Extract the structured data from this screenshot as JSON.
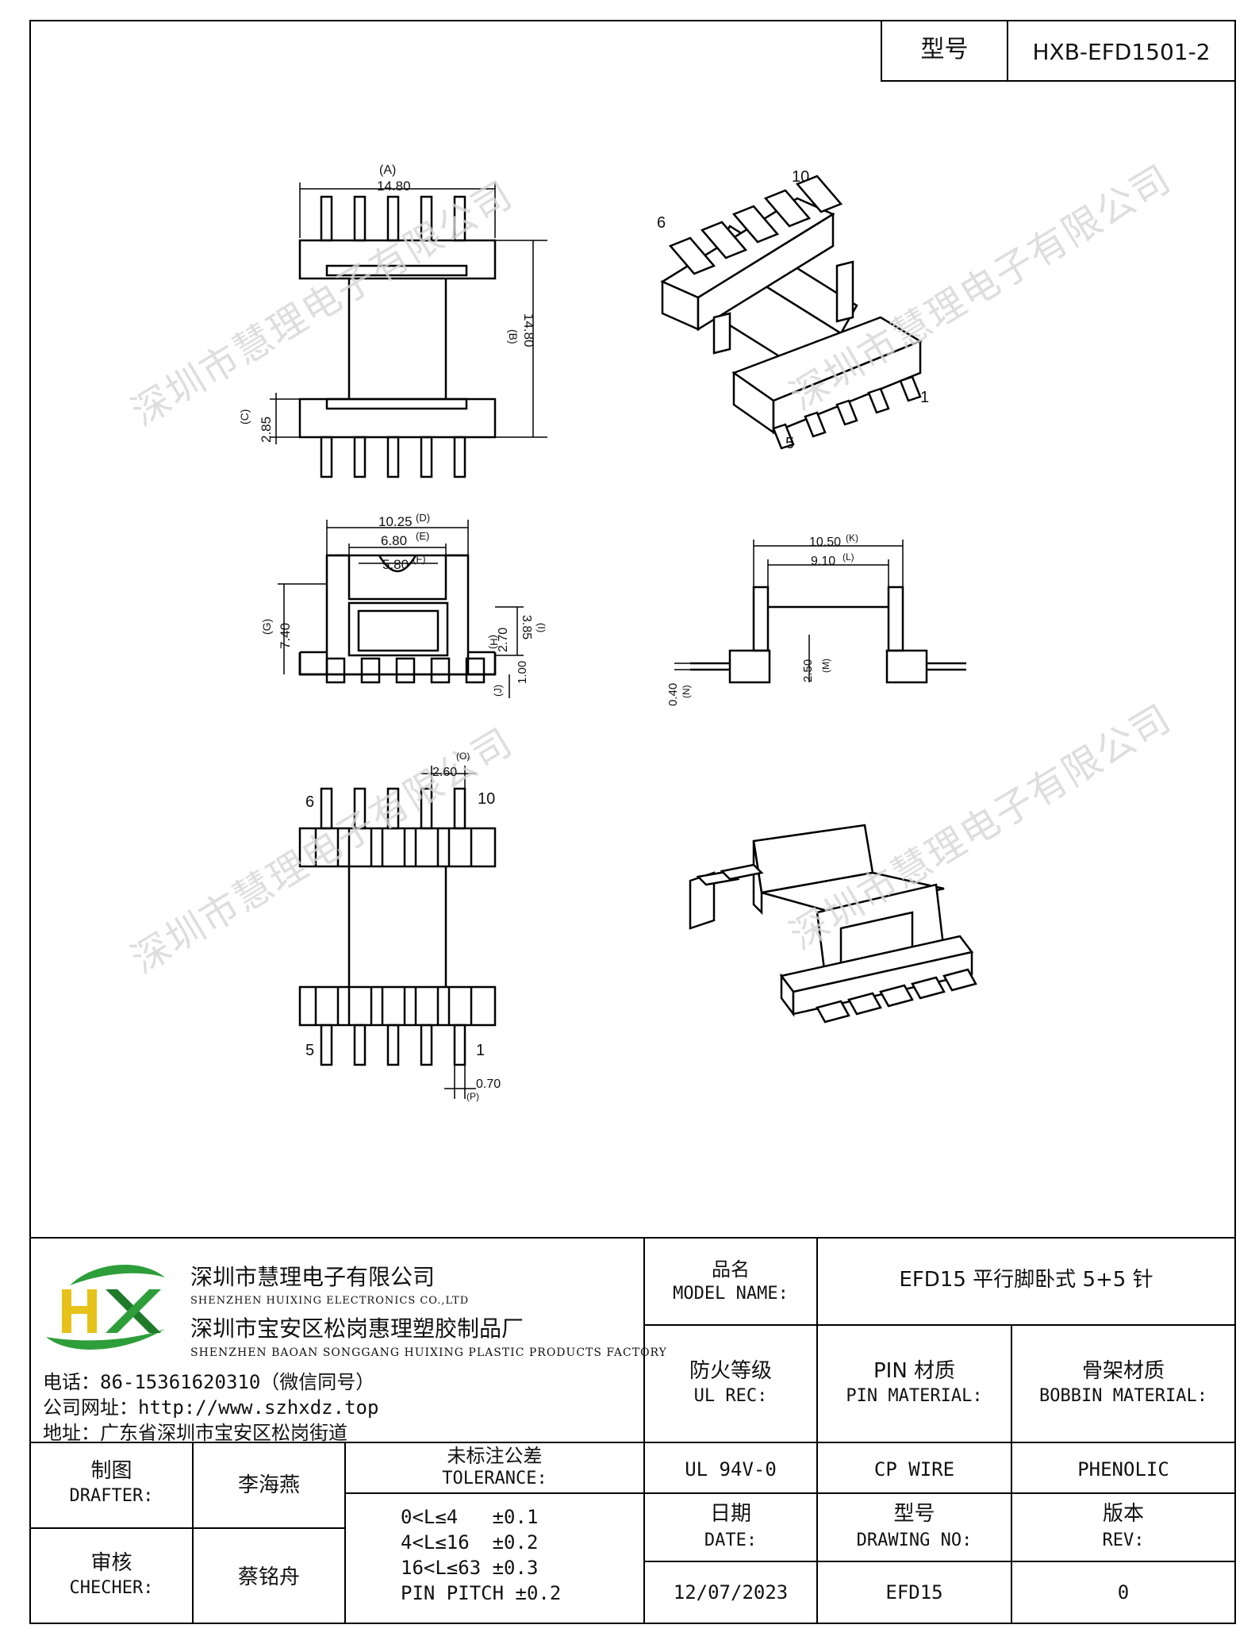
{
  "header": {
    "model_label": "型号",
    "model_value": "HXB-EFD1501-2"
  },
  "watermark": "深圳市慧理电子有限公司",
  "dimensions": {
    "top_width": "14.80",
    "top_width_tag": "(A)",
    "top_height": "14.80",
    "top_height_tag": "(B)",
    "pin_len": "2.85",
    "pin_len_tag": "(C)",
    "side_w1": "10.25",
    "side_w1_tag": "(D)",
    "side_w2": "6.80",
    "side_w2_tag": "(E)",
    "side_w3": "5.80",
    "side_w3_tag": "(F)",
    "side_h1": "7.40",
    "side_h1_tag": "(G)",
    "side_h2": "2.70",
    "side_h2_tag": "(H)",
    "side_h3": "3.85",
    "side_h3_tag": "(I)",
    "side_h4": "1.00",
    "side_h4_tag": "(J)",
    "end_w1": "10.50",
    "end_w1_tag": "(K)",
    "end_w2": "9.10",
    "end_w2_tag": "(L)",
    "end_h1": "2.50",
    "end_h1_tag": "(M)",
    "end_h2": "0.40",
    "end_h2_tag": "(N)",
    "pitch": "2.60",
    "pitch_tag": "(O)",
    "pin_w": "0.70",
    "pin_w_tag": "(P)"
  },
  "pin_labels": {
    "iso_6": "6",
    "iso_10": "10",
    "iso_1": "1",
    "iso_5": "5",
    "bot_6": "6",
    "bot_10": "10",
    "bot_5": "5",
    "bot_1": "1"
  },
  "company": {
    "logo_text": "HX",
    "name_cn_1": "深圳市慧理电子有限公司",
    "name_en_1": "SHENZHEN HUIXING ELECTRONICS CO.,LTD",
    "name_cn_2": "深圳市宝安区松岗惠理塑胶制品厂",
    "name_en_2": "SHENZHEN BAOAN SONGGANG HUIXING PLASTIC PRODUCTS FACTORY",
    "phone": "电话：86-15361620310（微信同号）",
    "website": "公司网址：http://www.szhxdz.top",
    "address": "地址：广东省深圳市宝安区松岗街道"
  },
  "titleblock": {
    "model_name_cn": "品名",
    "model_name_en": "MODEL NAME:",
    "model_name_value": "EFD15 平行脚卧式 5+5 针",
    "ul_cn": "防火等级",
    "ul_en": "UL REC:",
    "pin_mat_cn": "PIN 材质",
    "pin_mat_en": "PIN MATERIAL:",
    "bobbin_cn": "骨架材质",
    "bobbin_en": "BOBBIN MATERIAL:",
    "ul_value": "UL 94V-0",
    "pin_value": "CP WIRE",
    "bobbin_value": "PHENOLIC",
    "drafter_cn": "制图",
    "drafter_en": "DRAFTER:",
    "drafter_name": "李海燕",
    "checker_cn": "审核",
    "checker_en": "CHECHER:",
    "checker_name": "蔡铭舟",
    "tol_cn": "未标注公差",
    "tol_en": "TOLERANCE:",
    "tol_1": "0<L≤4   ±0.1",
    "tol_2": "4<L≤16  ±0.2",
    "tol_3": "16<L≤63 ±0.3",
    "tol_4": "PIN PITCH ±0.2",
    "date_cn": "日期",
    "date_en": "DATE:",
    "dwg_cn": "型号",
    "dwg_en": "DRAWING NO:",
    "rev_cn": "版本",
    "rev_en": "REV:",
    "date_value": "12/07/2023",
    "dwg_value": "EFD15",
    "rev_value": "0"
  },
  "colors": {
    "logo_green": "#2e9e3a",
    "logo_yellow": "#e6c21a",
    "logo_dark_green": "#1f7a2a"
  }
}
